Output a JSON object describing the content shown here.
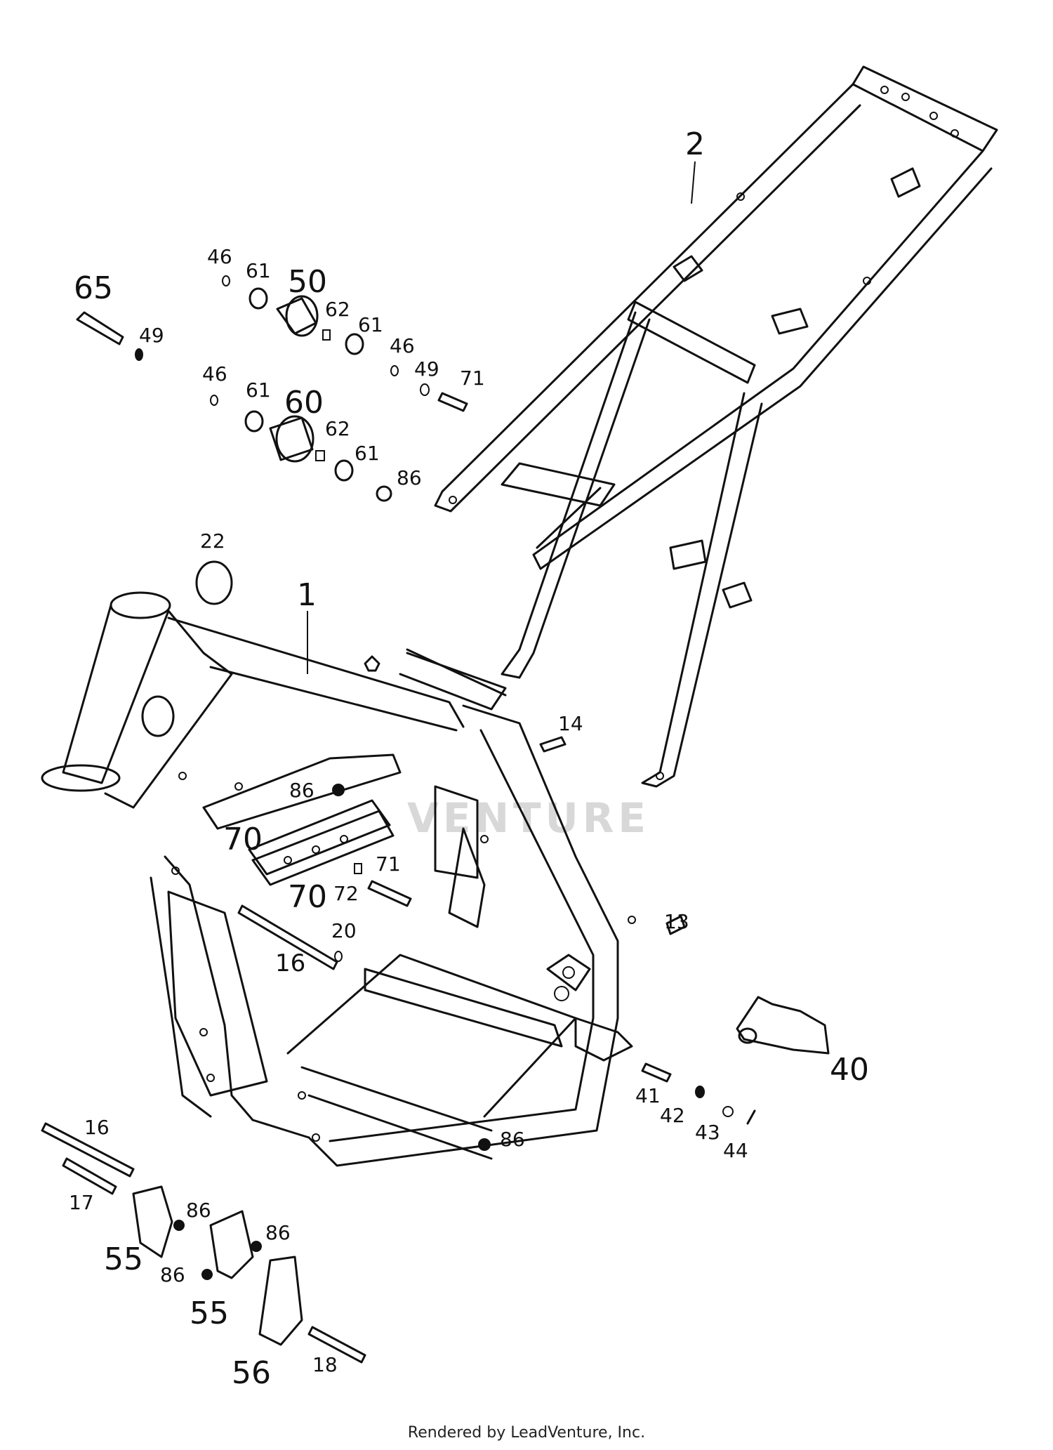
{
  "diagram": {
    "watermark": "VENTURE",
    "footer": "Rendered by LeadVenture, Inc.",
    "labels": {
      "p1": "1",
      "p2": "2",
      "p13": "13",
      "p14": "14",
      "p16a": "16",
      "p16b": "16",
      "p17": "17",
      "p18": "18",
      "p20": "20",
      "p22": "22",
      "p40": "40",
      "p41": "41",
      "p42": "42",
      "p43": "43",
      "p44": "44",
      "p46a": "46",
      "p46b": "46",
      "p46c": "46",
      "p49a": "49",
      "p49b": "49",
      "p50": "50",
      "p55a": "55",
      "p55b": "55",
      "p56": "56",
      "p60": "60",
      "p61a": "61",
      "p61b": "61",
      "p61c": "61",
      "p61d": "61",
      "p62a": "62",
      "p62b": "62",
      "p65": "65",
      "p70a": "70",
      "p70b": "70",
      "p71a": "71",
      "p71b": "71",
      "p72": "72",
      "p86a": "86",
      "p86b": "86",
      "p86c": "86",
      "p86d": "86",
      "p86e": "86",
      "p86f": "86"
    }
  }
}
